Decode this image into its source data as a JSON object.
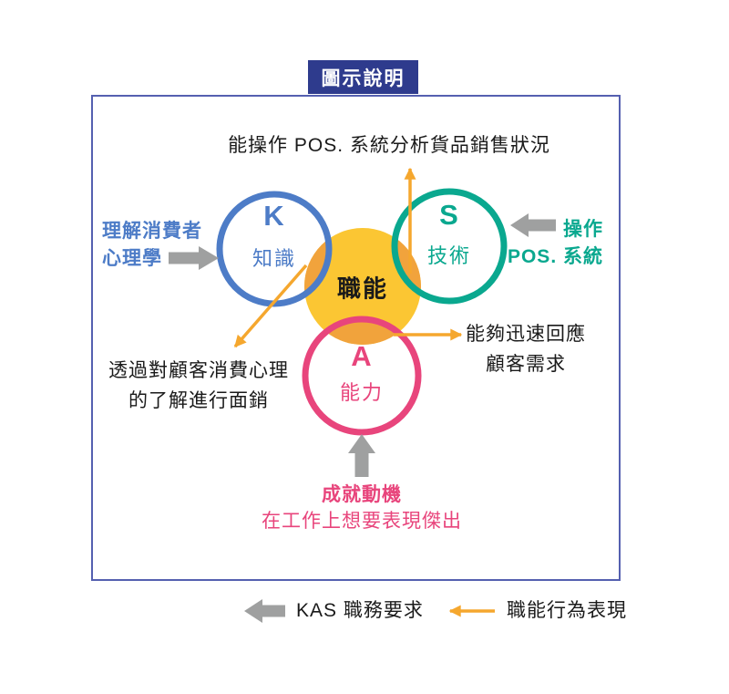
{
  "title": "圖示說明",
  "colors": {
    "navy": "#2E3B8D",
    "frame_border": "#5560B0",
    "knowledge_blue": "#4D7CC7",
    "skill_teal": "#0AA88F",
    "ability_pink": "#E8457C",
    "core_yellow": "#FBC633",
    "overlap_orange": "#F1A33C",
    "arrow_orange": "#F5A72E",
    "arrow_gray": "#9FA0A0",
    "text_black": "#1A1A1A"
  },
  "diagram": {
    "top_caption": "能操作 POS. 系統分析貨品銷售狀況",
    "circles": {
      "center": {
        "label": "職能"
      },
      "k": {
        "letter": "K",
        "label": "知識"
      },
      "s": {
        "letter": "S",
        "label": "技術"
      },
      "a": {
        "letter": "A",
        "label": "能力"
      }
    },
    "left_label": {
      "line1": "理解消費者",
      "line2": "心理學"
    },
    "right_label": {
      "line1": "操作",
      "line2": "POS. 系統"
    },
    "bottom_left_caption": {
      "line1": "透過對顧客消費心理",
      "line2": "的了解進行面銷"
    },
    "right_caption": {
      "line1": "能夠迅速回應",
      "line2": "顧客需求"
    },
    "bottom_caption": {
      "line1": "成就動機",
      "line2": "在工作上想要表現傑出"
    }
  },
  "legend": {
    "gray_label": "KAS 職務要求",
    "orange_label": "職能行為表現"
  }
}
